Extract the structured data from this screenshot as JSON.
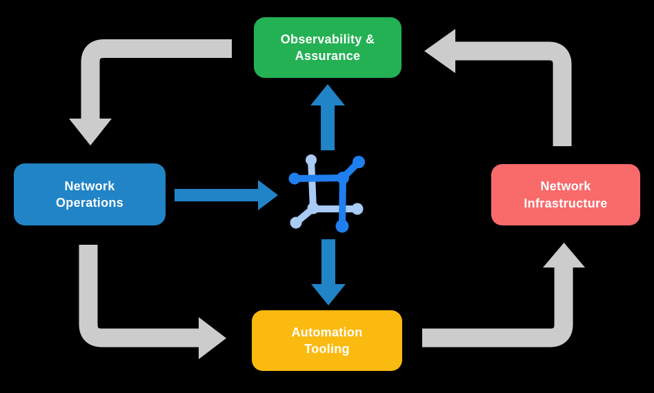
{
  "diagram": {
    "nodes": [
      {
        "id": "observability-assurance",
        "label": "Observability &\nAssurance",
        "color": "#23B154"
      },
      {
        "id": "network-operations",
        "label": "Network\nOperations",
        "color": "#2184C6"
      },
      {
        "id": "network-infrastructure",
        "label": "Network\nInfrastructure",
        "color": "#F96A6A"
      },
      {
        "id": "automation-tooling",
        "label": "Automation\nTooling",
        "color": "#FBBA10"
      }
    ],
    "center_icon": {
      "name": "network-grid-icon"
    },
    "flows": [
      {
        "from": "observability-assurance",
        "to": "network-operations",
        "style": "cycle"
      },
      {
        "from": "network-operations",
        "to": "automation-tooling",
        "style": "cycle"
      },
      {
        "from": "automation-tooling",
        "to": "network-infrastructure",
        "style": "cycle"
      },
      {
        "from": "network-infrastructure",
        "to": "observability-assurance",
        "style": "cycle"
      },
      {
        "from": "network-operations",
        "to": "center-icon",
        "style": "flow"
      },
      {
        "from": "center-icon",
        "to": "observability-assurance",
        "style": "flow"
      },
      {
        "from": "center-icon",
        "to": "automation-tooling",
        "style": "flow"
      }
    ],
    "colors": {
      "background": "#000000",
      "cycle_arrow": "#CCCCCC",
      "flow_arrow": "#2184C6",
      "icon_dark": "#1F7FEF",
      "icon_light": "#A9CBF4",
      "label_text": "#FFFFFF"
    }
  }
}
